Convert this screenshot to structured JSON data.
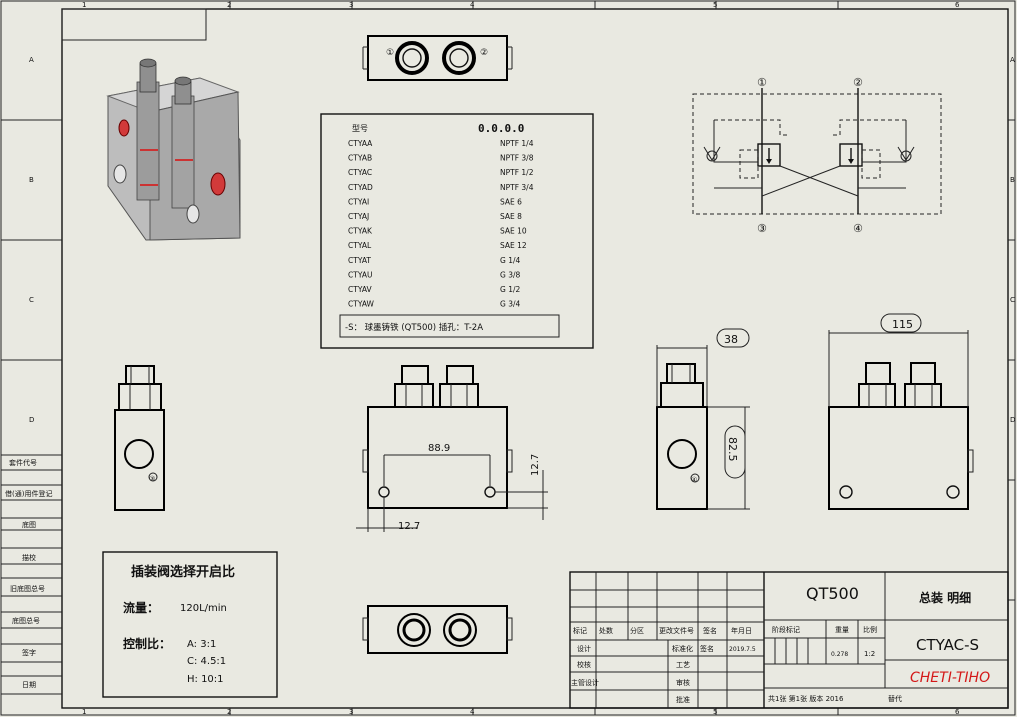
{
  "border": {
    "top_numbers": [
      "1",
      "2",
      "3",
      "4",
      "5",
      "6"
    ],
    "bottom_numbers": [
      "1",
      "2",
      "3",
      "4",
      "5",
      "6"
    ],
    "side_letters": [
      "A",
      "B",
      "C",
      "D"
    ]
  },
  "left_strip": [
    "借(通)用件登记",
    "底图总号",
    "签字",
    "日期"
  ],
  "left_strip_full": [
    "套件代号",
    "借(通)用件登记",
    "底图",
    "描校",
    "旧底图总号",
    "底图总号",
    "签字",
    "日期"
  ],
  "top_view_ports": [
    "①",
    "②"
  ],
  "schematic": {
    "ports": [
      "①",
      "②",
      "③",
      "④"
    ]
  },
  "model_table": {
    "header_left": "型号",
    "header_right": "0.0.0.0",
    "rows": [
      {
        "model": "CTYAA",
        "port": "NPTF 1/4"
      },
      {
        "model": "CTYAB",
        "port": "NPTF 3/8"
      },
      {
        "model": "CTYAC",
        "port": "NPTF 1/2"
      },
      {
        "model": "CTYAD",
        "port": "NPTF 3/4"
      },
      {
        "model": "CTYAI",
        "port": "SAE 6"
      },
      {
        "model": "CTYAJ",
        "port": "SAE 8"
      },
      {
        "model": "CTYAK",
        "port": "SAE 10"
      },
      {
        "model": "CTYAL",
        "port": "SAE 12"
      },
      {
        "model": "CTYAT",
        "port": "G 1/4"
      },
      {
        "model": "CTYAU",
        "port": "G 3/8"
      },
      {
        "model": "CTYAV",
        "port": "G 1/2"
      },
      {
        "model": "CTYAW",
        "port": "G 3/4"
      }
    ],
    "footer": "-S： 球墨铸铁 (QT500)  插孔：T-2A"
  },
  "dimensions": {
    "front_width": "88.9",
    "front_offset": "12.7",
    "front_height": "12.7",
    "side_top": "38",
    "side_height": "82.5",
    "right_top": "115"
  },
  "port_labels": {
    "left_view": "③",
    "side_view": "④"
  },
  "note_box": {
    "title": "插装阀选择开启比",
    "flow_label": "流量：",
    "flow_value": "120L/min",
    "ratio_label": "控制比：",
    "ratios": [
      "A: 3:1",
      "C: 4.5:1",
      "H: 10:1"
    ]
  },
  "title_block": {
    "material": "QT500",
    "drawing_name": "总装 明细",
    "drawing_no": "CTYAC-S",
    "brand": "CHETI-TIHO",
    "headers": [
      "标记",
      "处数",
      "分区",
      "更改文件号",
      "签名",
      "年月日"
    ],
    "rows_left": [
      "设计",
      "校核",
      "主管设计"
    ],
    "designer_date": "2019.7.5",
    "mid_labels": [
      "标准化",
      "工艺",
      "审核",
      "批准"
    ],
    "stage_headers": [
      "阶段标记",
      "重量",
      "比例"
    ],
    "weight": "0.278",
    "scale": "1:2",
    "sheet_info": "共1张 第1张 版本 2016",
    "replace": "替代"
  },
  "colors": {
    "paper": "#e9e9e1",
    "line": "#111111",
    "brand": "#d41818",
    "iso_body": "#bcbcbc",
    "iso_port": "#d23a3a"
  }
}
